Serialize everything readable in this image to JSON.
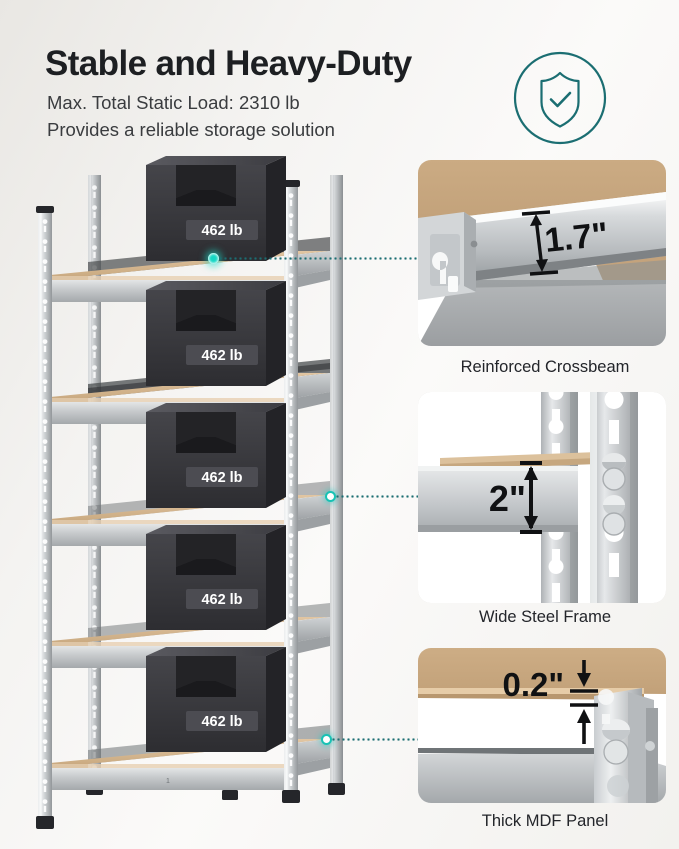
{
  "header": {
    "title": "Stable and Heavy-Duty",
    "subtitle_1": "Max. Total Static Load: 2310 lb",
    "subtitle_2": "Provides a reliable storage solution"
  },
  "badge": {
    "icon": "shield-check-icon",
    "color": "#1b6e72"
  },
  "product": {
    "name": "5-tier steel storage shelving unit",
    "weight_blocks": [
      {
        "label": "462 lb",
        "tier": 1
      },
      {
        "label": "462 lb",
        "tier": 2
      },
      {
        "label": "462 lb",
        "tier": 3
      },
      {
        "label": "462 lb",
        "tier": 4
      },
      {
        "label": "462 lb",
        "tier": 5
      }
    ],
    "shelf_count": 5,
    "colors": {
      "frame": "#c9ccce",
      "mdf": "#d6b68d",
      "weight_block": "#3a3a3c",
      "accent": "#18c2b4"
    }
  },
  "panels": [
    {
      "id": "reinforced-crossbeam",
      "caption": "Reinforced Crossbeam",
      "dimension": "1.7\"",
      "connector": "solid-dot"
    },
    {
      "id": "wide-steel-frame",
      "caption": "Wide Steel Frame",
      "dimension": "2\"",
      "connector": "ring-dot"
    },
    {
      "id": "thick-mdf-panel",
      "caption": "Thick MDF Panel",
      "dimension": "0.2\"",
      "connector": "ring-dot"
    }
  ]
}
